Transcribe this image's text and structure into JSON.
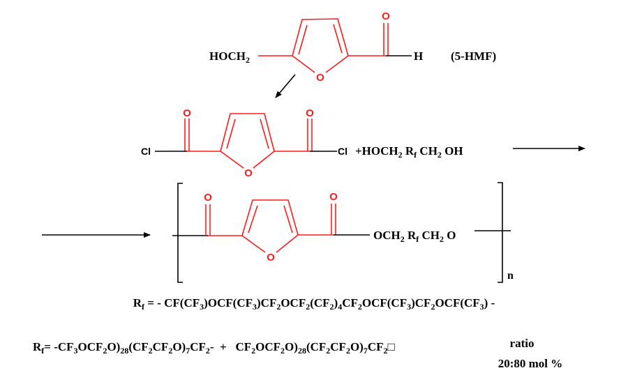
{
  "colors": {
    "ring": "#ff1a1a",
    "bond": "#000000"
  },
  "hmf": {
    "oxygen": "O",
    "carbonyl_oxygen": "O",
    "left_group": [
      [
        "HOCH",
        0
      ],
      [
        "2",
        1
      ]
    ],
    "hydrogen": "H",
    "label": "(5-HMF)"
  },
  "acid_chloride": {
    "oxygen": "O",
    "carbonyl_oxygen_left": "O",
    "carbonyl_oxygen_right": "O",
    "cl_left": "Cl",
    "cl_right": "Cl",
    "reagent": [
      [
        "+HOCH",
        0
      ],
      [
        "2",
        1
      ],
      [
        " R",
        0
      ],
      [
        "f",
        1
      ],
      [
        " CH",
        0
      ],
      [
        "2",
        1
      ],
      [
        " OH",
        0
      ]
    ]
  },
  "polymer": {
    "oxygen": "O",
    "carbonyl_oxygen_left": "O",
    "carbonyl_oxygen_right": "O",
    "chain": [
      [
        "OCH",
        0
      ],
      [
        "2",
        1
      ],
      [
        " R",
        0
      ],
      [
        "f",
        1
      ],
      [
        " CH",
        0
      ],
      [
        "2",
        1
      ],
      [
        " O",
        0
      ]
    ],
    "repeat": "n"
  },
  "rf_definitions": [
    [
      [
        "R",
        0
      ],
      [
        "f",
        1
      ],
      [
        " = - CF(CF",
        0
      ],
      [
        "3",
        1
      ],
      [
        ")OCF(CF",
        0
      ],
      [
        "3",
        1
      ],
      [
        ")CF",
        0
      ],
      [
        "2",
        1
      ],
      [
        "OCF",
        0
      ],
      [
        "2",
        1
      ],
      [
        "(CF",
        0
      ],
      [
        "2",
        1
      ],
      [
        ")",
        0
      ],
      [
        "4",
        1
      ],
      [
        "CF",
        0
      ],
      [
        "2",
        1
      ],
      [
        "OCF(CF",
        0
      ],
      [
        "3",
        1
      ],
      [
        ")CF",
        0
      ],
      [
        "2",
        1
      ],
      [
        "OCF(CF",
        0
      ],
      [
        "3",
        1
      ],
      [
        ") -",
        0
      ]
    ],
    [
      [
        "R",
        0
      ],
      [
        "f",
        1
      ],
      [
        "= -CF",
        0
      ],
      [
        "3",
        1
      ],
      [
        "OCF",
        0
      ],
      [
        "2",
        1
      ],
      [
        "O)",
        0
      ],
      [
        "28",
        1
      ],
      [
        "(CF",
        0
      ],
      [
        "2",
        1
      ],
      [
        "CF",
        0
      ],
      [
        "2",
        1
      ],
      [
        "O)",
        0
      ],
      [
        "7",
        1
      ],
      [
        "CF",
        0
      ],
      [
        "2",
        1
      ],
      [
        "-  +   CF",
        0
      ],
      [
        "2",
        1
      ],
      [
        "OCF",
        0
      ],
      [
        "2",
        1
      ],
      [
        "O)",
        0
      ],
      [
        "28",
        1
      ],
      [
        "(CF",
        0
      ],
      [
        "2",
        1
      ],
      [
        "CF",
        0
      ],
      [
        "2",
        1
      ],
      [
        "O)",
        0
      ],
      [
        "7",
        1
      ],
      [
        "CF",
        0
      ],
      [
        "2",
        1
      ],
      [
        "□",
        0
      ]
    ]
  ],
  "ratio": {
    "label": "ratio",
    "value": "20:80 mol %"
  }
}
